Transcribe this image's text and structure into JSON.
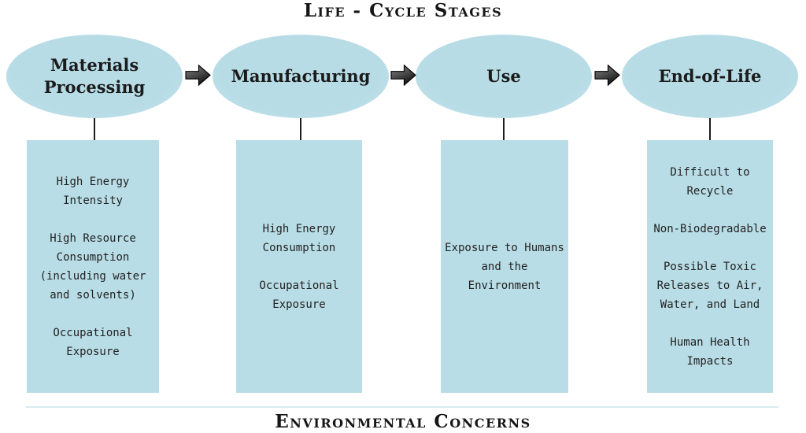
{
  "header": {
    "title": "Life - Cycle Stages"
  },
  "footer": {
    "title": "Environmental Concerns"
  },
  "stages": [
    {
      "label": "Materials Processing",
      "concerns": [
        "High Energy Intensity",
        "High Resource Consumption (including water and solvents)",
        "Occupational Exposure"
      ]
    },
    {
      "label": "Manufacturing",
      "concerns": [
        "High Energy Consumption",
        "Occupational Exposure"
      ]
    },
    {
      "label": "Use",
      "concerns": [
        "Exposure to Humans and the Environment"
      ]
    },
    {
      "label": "End-of-Life",
      "concerns": [
        "Difficult to Recycle",
        "Non-Biodegradable",
        "Possible Toxic Releases to Air, Water, and Land",
        "Human Health Impacts"
      ]
    }
  ],
  "icons": [
    {
      "name": "flow-arrow-icon",
      "glyph": "block-arrow-right"
    }
  ],
  "colors": {
    "shape_fill": "#b9dde6",
    "text": "#1b1b1b",
    "arrow_light": "#8a8a8a",
    "arrow_dark": "#161616",
    "divider": "#d9ebf1",
    "background": "#ffffff"
  }
}
